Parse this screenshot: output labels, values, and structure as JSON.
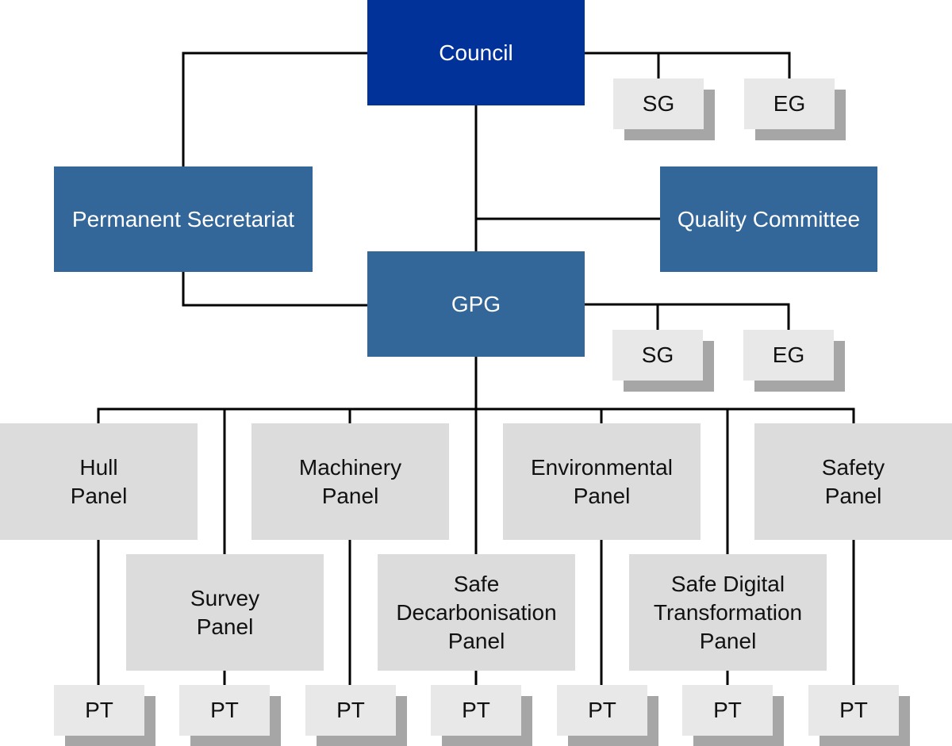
{
  "colors": {
    "council_fill": "#013299",
    "tier2_fill": "#336699",
    "panel_fill": "#dcdcdc",
    "small_fill": "#e8e8e8",
    "shadow": "#a6a6a6",
    "line": "#000000"
  },
  "council": {
    "label": "Council"
  },
  "permanent_secretariat": {
    "label": "Permanent Secretariat"
  },
  "quality_committee": {
    "label": "Quality Committee"
  },
  "gpg": {
    "label": "GPG"
  },
  "council_groups": [
    {
      "label": "SG"
    },
    {
      "label": "EG"
    }
  ],
  "gpg_groups": [
    {
      "label": "SG"
    },
    {
      "label": "EG"
    }
  ],
  "panels": {
    "hull": {
      "lines": [
        "Hull",
        "Panel"
      ]
    },
    "machinery": {
      "lines": [
        "Machinery",
        "Panel"
      ]
    },
    "environmental": {
      "lines": [
        "Environmental",
        "Panel"
      ]
    },
    "safety": {
      "lines": [
        "Safety",
        "Panel"
      ]
    },
    "survey": {
      "lines": [
        "Survey",
        "Panel"
      ]
    },
    "safe_decarbonisation": {
      "lines": [
        "Safe",
        "Decarbonisation",
        "Panel"
      ]
    },
    "safe_digital_transformation": {
      "lines": [
        "Safe Digital",
        "Transformation",
        "Panel"
      ]
    }
  },
  "project_teams": [
    {
      "label": "PT"
    },
    {
      "label": "PT"
    },
    {
      "label": "PT"
    },
    {
      "label": "PT"
    },
    {
      "label": "PT"
    },
    {
      "label": "PT"
    },
    {
      "label": "PT"
    }
  ]
}
